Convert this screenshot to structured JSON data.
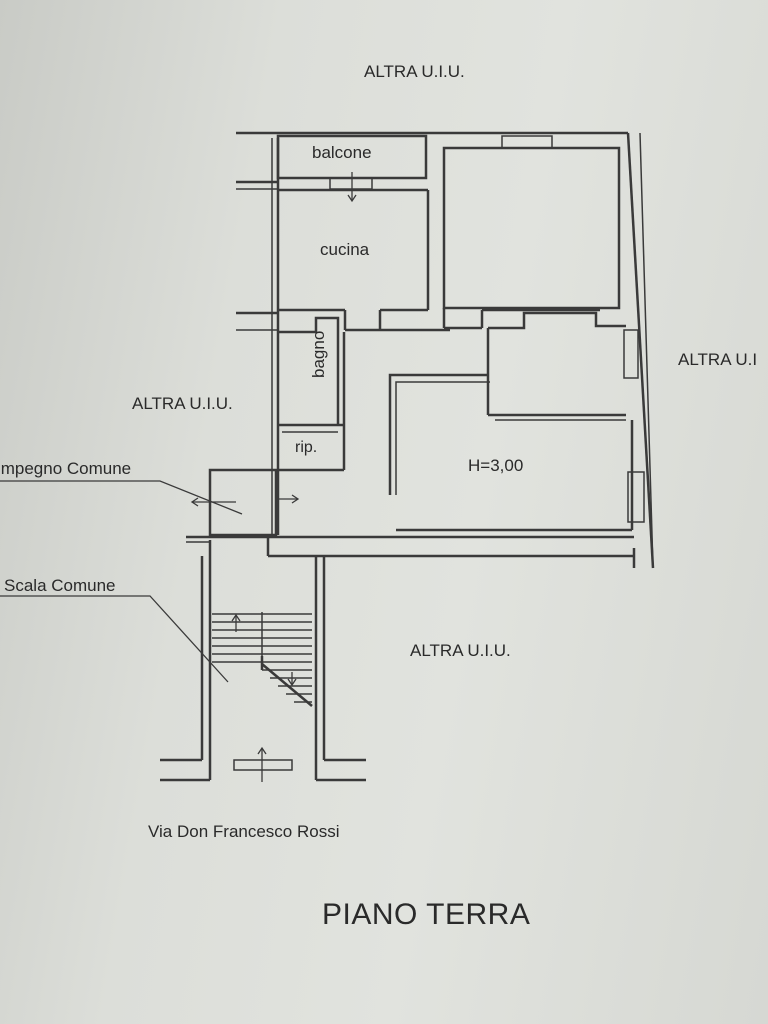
{
  "plan": {
    "labels": {
      "altra_top": "ALTRA U.I.U.",
      "altra_right": "ALTRA U.I",
      "altra_left": "ALTRA U.I.U.",
      "altra_bottom": "ALTRA U.I.U.",
      "balcone": "balcone",
      "cucina": "cucina",
      "bagno": "bagno",
      "rip": "rip.",
      "height": "H=3,00",
      "impegno": "Impegno Comune",
      "scala": "Scala Comune",
      "street": "Via Don Francesco Rossi",
      "floor": "PIANO TERRA"
    }
  }
}
